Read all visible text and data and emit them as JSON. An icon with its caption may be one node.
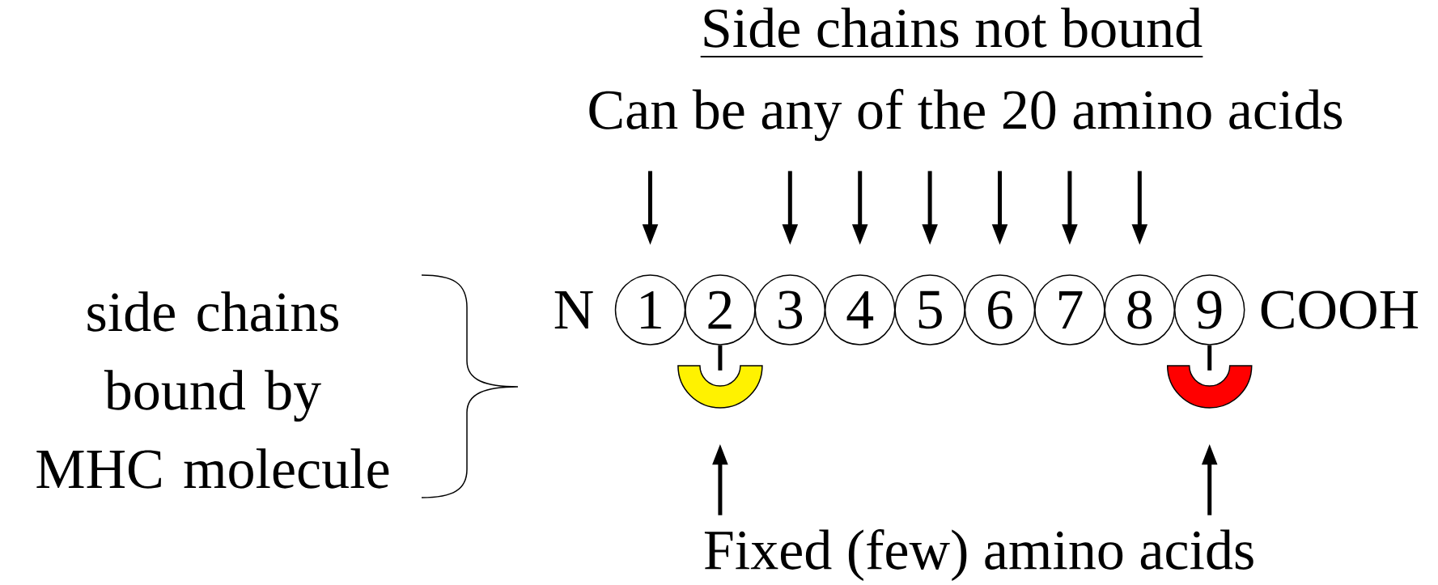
{
  "diagram": {
    "title": "Side chains not bound",
    "nodes": [
      {
        "text": [
          "Can be any of the 20 amino acids"
        ]
      },
      {
        "text": [
          "1"
        ]
      },
      {
        "text": [
          "2"
        ]
      },
      {
        "text": [
          "3"
        ]
      },
      {
        "text": [
          "4"
        ]
      },
      {
        "text": [
          "5"
        ]
      },
      {
        "text": [
          "6"
        ]
      },
      {
        "text": [
          "7"
        ]
      },
      {
        "text": [
          "8"
        ]
      },
      {
        "text": [
          "9"
        ]
      },
      {
        "text": [],
        "shape": "pocket"
      },
      {
        "text": [],
        "shape": "pocket"
      },
      {
        "text": [
          "Fixed (few) amino acids"
        ]
      }
    ],
    "edges": [
      {
        "from": 0,
        "to": 1,
        "arrow": "to"
      },
      {
        "from": 0,
        "to": 3,
        "arrow": "to"
      },
      {
        "from": 0,
        "to": 4,
        "arrow": "to"
      },
      {
        "from": 0,
        "to": 5,
        "arrow": "to"
      },
      {
        "from": 0,
        "to": 6,
        "arrow": "to"
      },
      {
        "from": 0,
        "to": 7,
        "arrow": "to"
      },
      {
        "from": 0,
        "to": 8,
        "arrow": "to"
      },
      {
        "from": 2,
        "to": 10,
        "arrow": "none"
      },
      {
        "from": 9,
        "to": 11,
        "arrow": "none"
      },
      {
        "from": 12,
        "to": 10,
        "arrow": "to"
      },
      {
        "from": 12,
        "to": 11,
        "arrow": "to"
      }
    ],
    "labels": [
      "side chains bound by MHC molecule",
      "N",
      "COOH"
    ]
  }
}
